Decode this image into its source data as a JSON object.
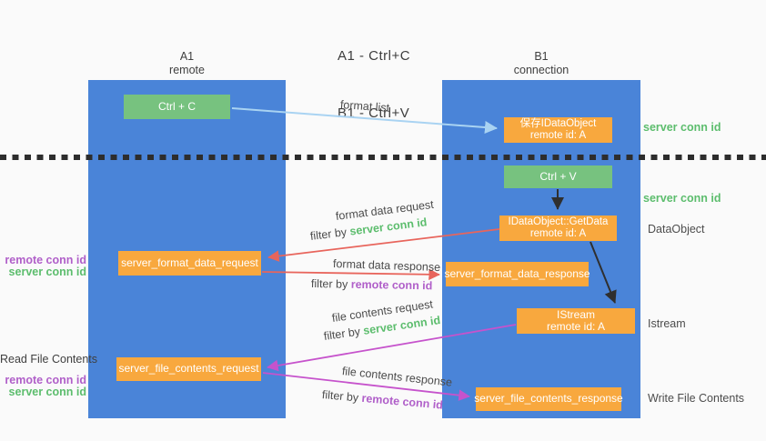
{
  "title": {
    "line1": "A1 - Ctrl+C",
    "line2": "B1 - Ctrl+V"
  },
  "columns": {
    "a": {
      "id": "A1",
      "role": "remote"
    },
    "b": {
      "id": "B1",
      "role": "connection"
    }
  },
  "nodes": {
    "ctrl_c": {
      "label": "Ctrl + C"
    },
    "ctrl_v": {
      "label": "Ctrl + V"
    },
    "save_dataobject": {
      "line1": "保存IDataObject",
      "line2": "remote id: A"
    },
    "getdata": {
      "line1": "IDataObject::GetData",
      "line2": "remote id: A"
    },
    "istream": {
      "line1": "IStream",
      "line2": "remote id: A"
    },
    "format_request": {
      "label": "server_format_data_request"
    },
    "format_response": {
      "label": "server_format_data_response"
    },
    "file_request": {
      "label": "server_file_contents_request"
    },
    "file_response": {
      "label": "server_file_contents_response"
    }
  },
  "edge_labels": {
    "format_list": "format list",
    "format_data_request": "format data request",
    "format_data_response": "format data response",
    "file_contents_request": "file contents request",
    "file_contents_response": "file contents response",
    "filter_by": "filter by",
    "server_conn_id": "server conn id",
    "remote_conn_id": "remote conn id"
  },
  "side_labels": {
    "server_conn_id": "server conn id",
    "remote_conn_id": "remote conn id",
    "dataobject": "DataObject",
    "istream": "Istream",
    "read_file_contents": "Read File Contents",
    "write_file_contents": "Write File Contents"
  },
  "colors": {
    "column_blue": "#4a84d8",
    "node_green": "#77c27f",
    "node_orange": "#f8a83e",
    "arrow_red": "#e8655c",
    "arrow_magenta": "#c653cc",
    "arrow_light_blue": "#a9d3f2",
    "arrow_black": "#2f2f2f",
    "label_green": "#5cbd6d",
    "label_purple": "#b05fc9"
  }
}
